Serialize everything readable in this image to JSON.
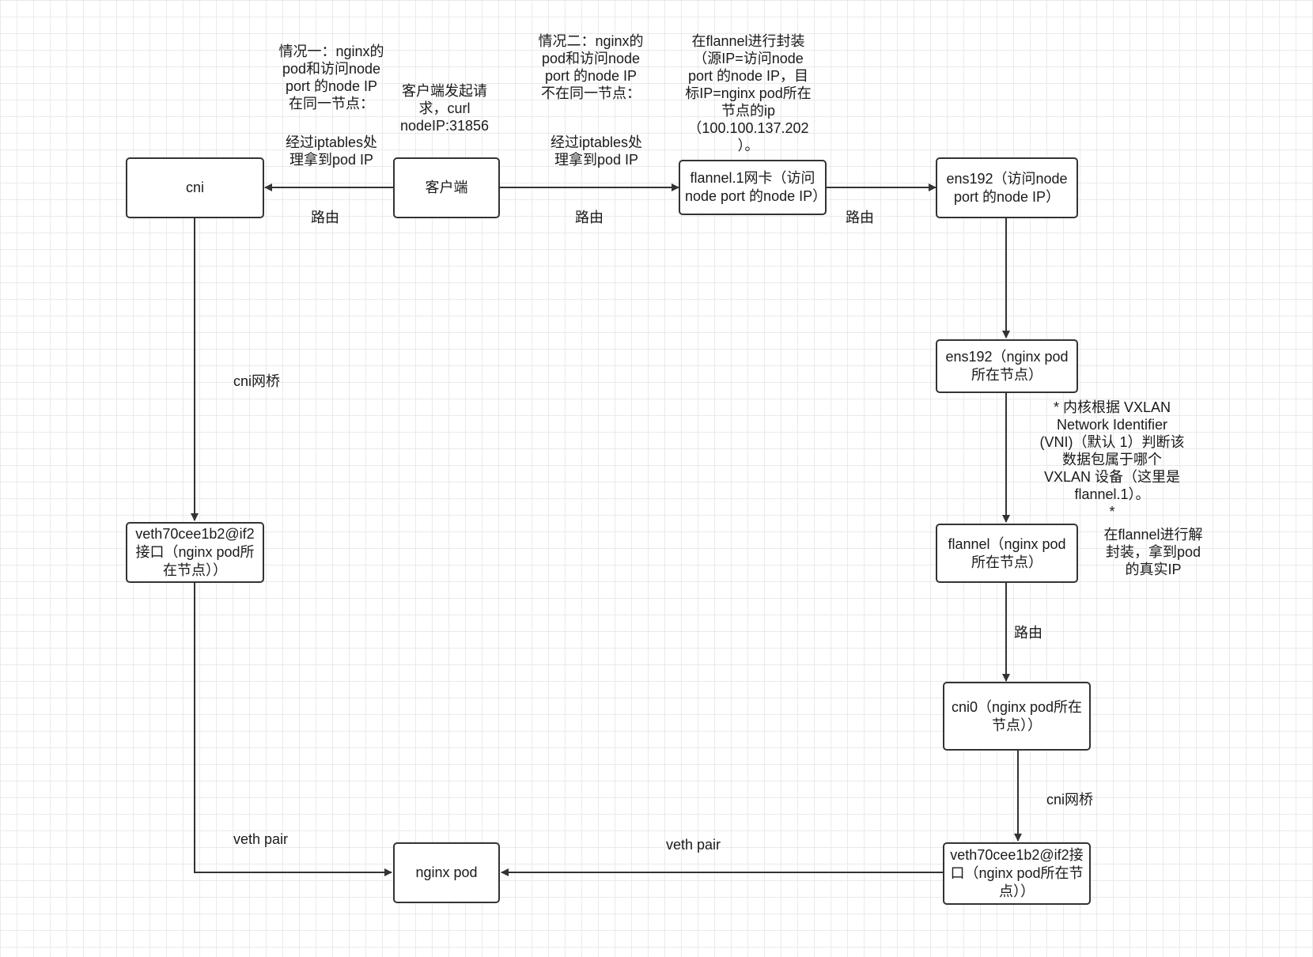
{
  "nodes": {
    "cni": "cni",
    "client": "客户端",
    "flannel1": "flannel.1网卡（访问node port 的node IP）",
    "ens192_access": "ens192（访问node port 的node IP）",
    "ens192_nginx": "ens192（nginx pod所在节点）",
    "flannel_nginx": "flannel（nginx pod所在节点）",
    "cni0": "cni0（nginx pod所在节点））",
    "veth_right": "veth70cee1b2@if2接口（nginx pod所在节点））",
    "nginx_pod": "nginx pod",
    "veth_left": "veth70cee1b2@if2接口（nginx pod所在节点））"
  },
  "notes": {
    "case1": "情况一：nginx的\npod和访问node\nport 的node IP\n在同一节点：",
    "case1_iptables": "经过iptables处\n理拿到pod IP",
    "client_request": "客户端发起请\n求，curl\nnodeIP:31856",
    "case2": "情况二：nginx的\npod和访问node\nport 的node IP\n不在同一节点：",
    "case2_iptables": "经过iptables处\n理拿到pod IP",
    "encap": "在flannel进行封装\n（源IP=访问node\nport 的node IP，目\n标IP=nginx pod所在\n节点的ip\n（100.100.137.202\n）。",
    "vni": "* 内核根据 VXLAN\nNetwork Identifier\n(VNI)（默认 1）判断该\n数据包属于哪个\nVXLAN 设备（这里是\nflannel.1）。\n*",
    "decap": "在flannel进行解\n封装，拿到pod\n的真实IP"
  },
  "edge_labels": {
    "route_client_cni": "路由",
    "route_client_flannel": "路由",
    "route_flannel_ens": "路由",
    "cni_bridge_left": "cni网桥",
    "veth_pair_left": "veth pair",
    "route_flannel_cni0": "路由",
    "cni_bridge_right": "cni网桥",
    "veth_pair_right": "veth pair"
  }
}
